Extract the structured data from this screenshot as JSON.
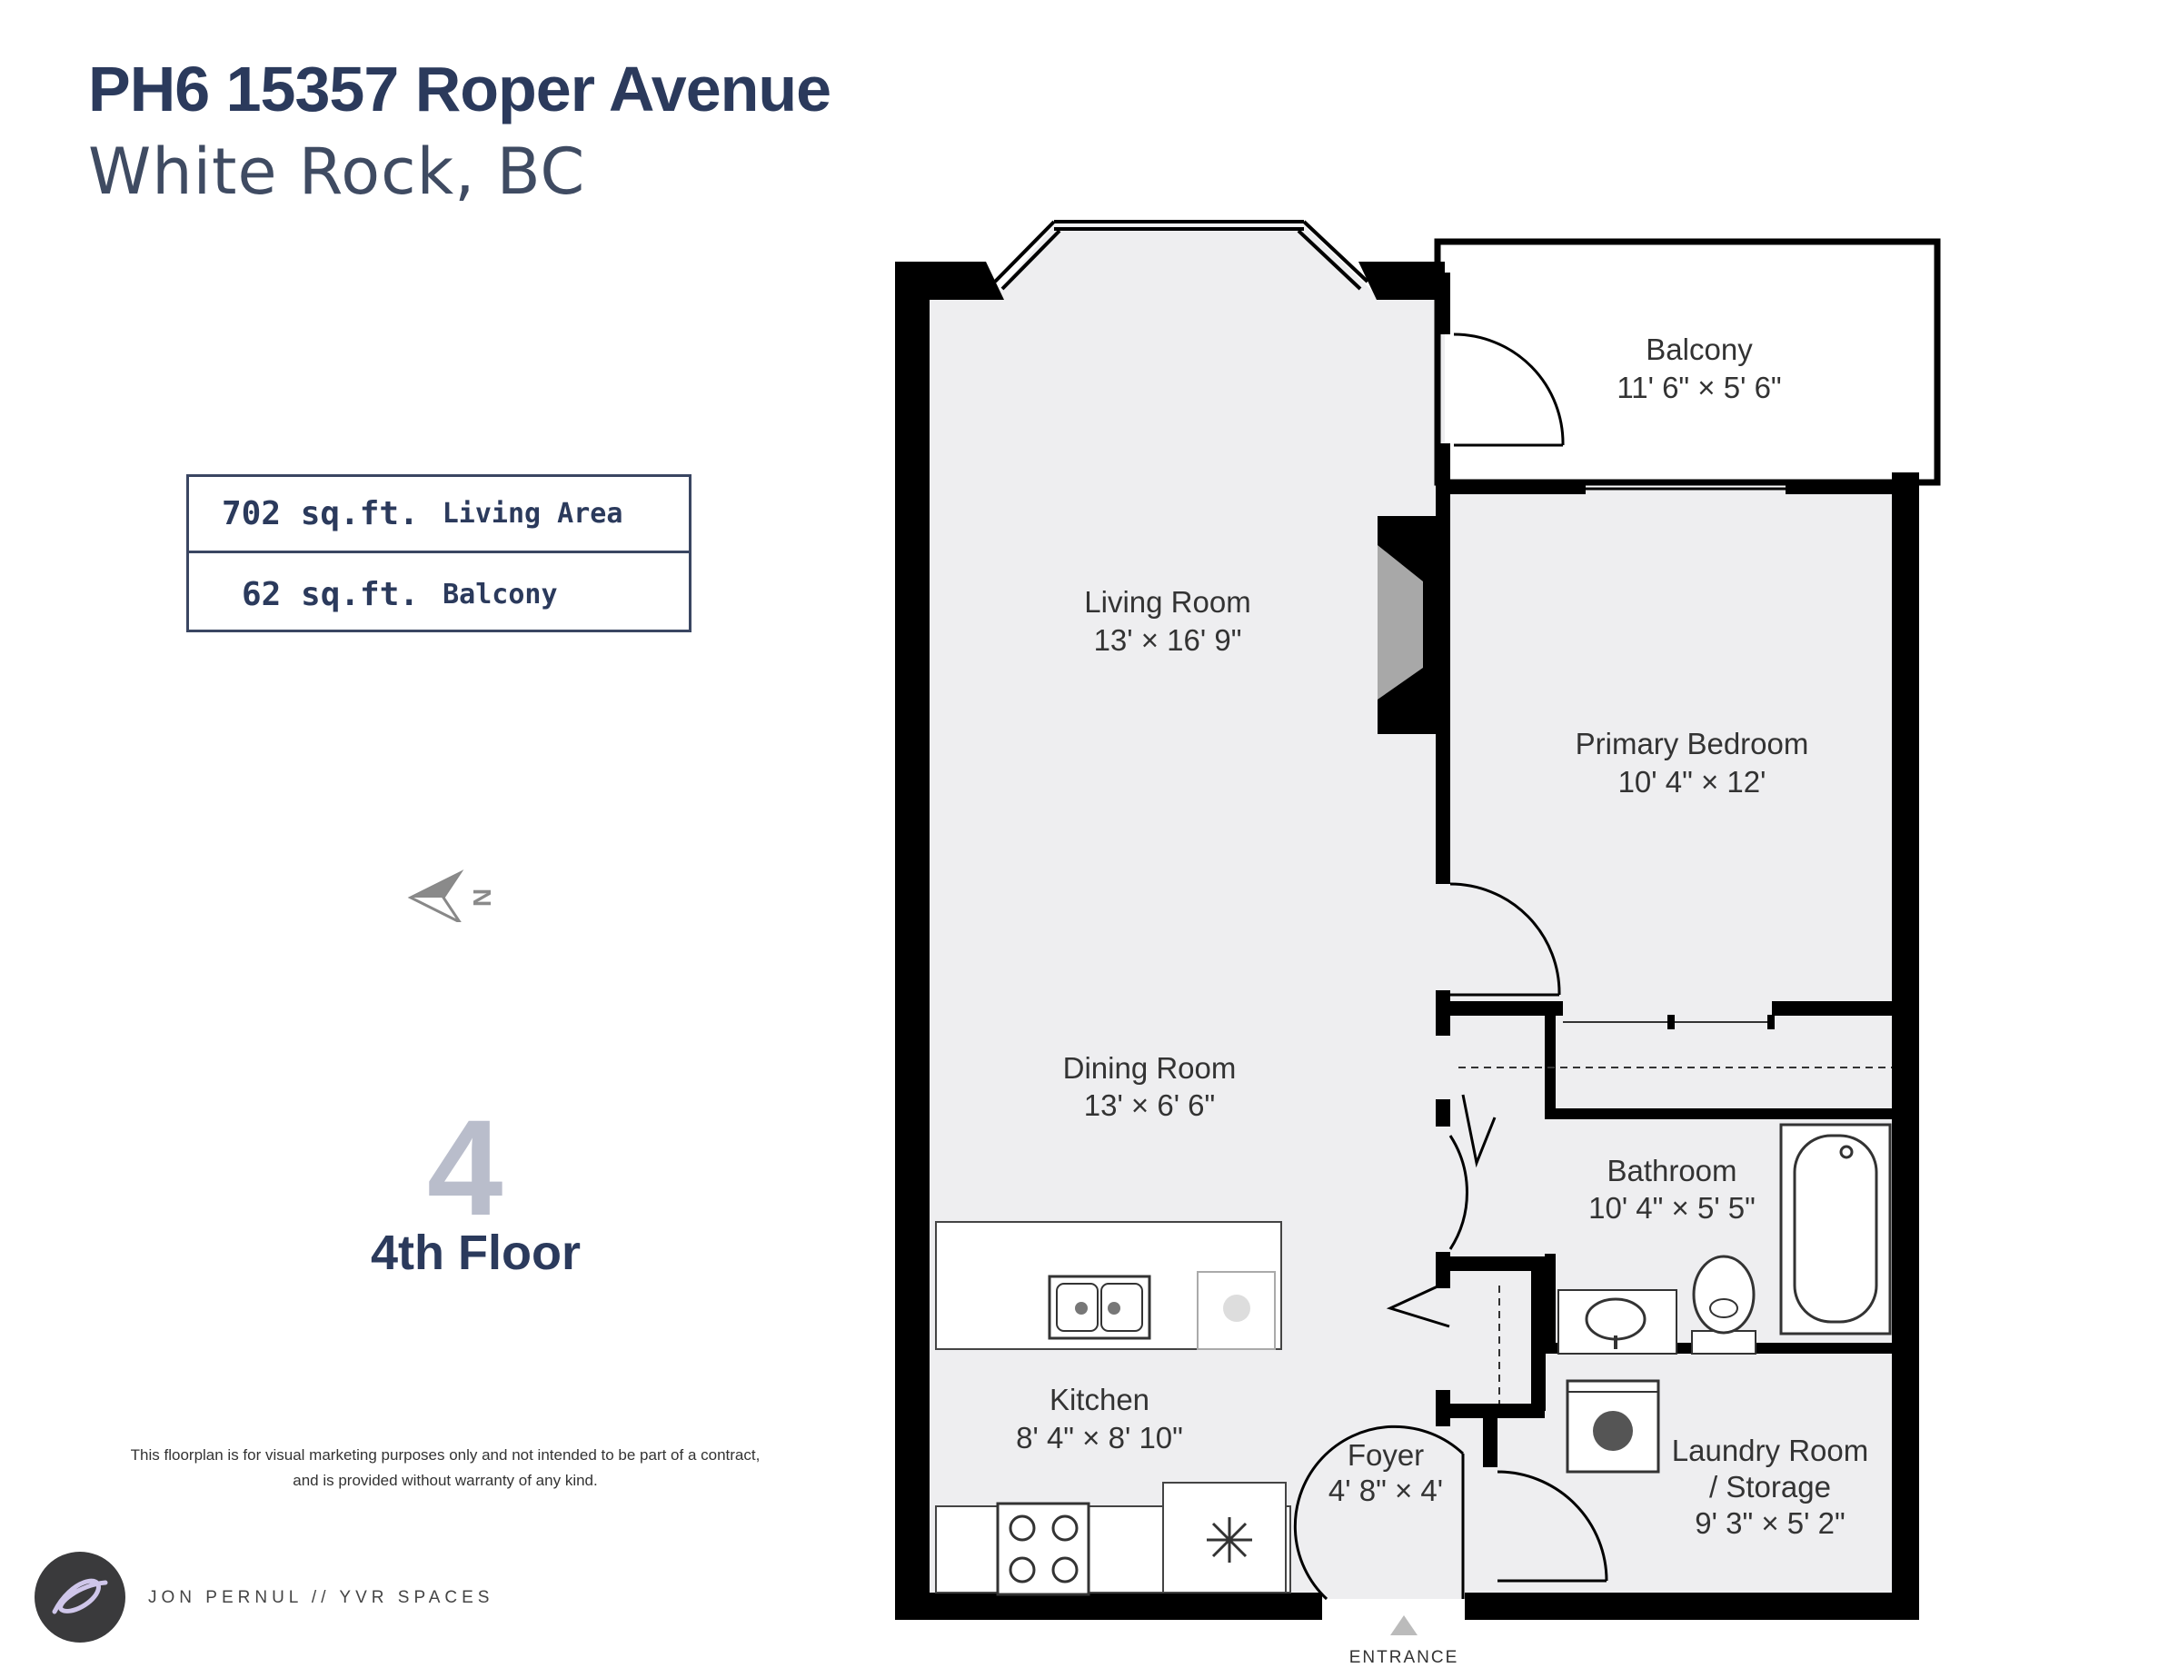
{
  "header": {
    "address": "PH6 15357 Roper Avenue",
    "city": "White Rock, BC"
  },
  "areas": [
    {
      "value": "702 sq.ft.",
      "label": "Living Area"
    },
    {
      "value": "62 sq.ft.",
      "label": "Balcony"
    }
  ],
  "compass": {
    "letter": "N"
  },
  "floor": {
    "number": "4",
    "name": "4th Floor"
  },
  "disclaimer": {
    "line1": "This floorplan is for visual marketing purposes only and not intended to be part of a contract,",
    "line2": "and is provided without warranty of any kind."
  },
  "credit": "JON PERNUL // YVR SPACES",
  "rooms": {
    "balcony": {
      "name": "Balcony",
      "dims": "11' 6\" × 5' 6\""
    },
    "living": {
      "name": "Living Room",
      "dims": "13'  × 16' 9\""
    },
    "bedroom": {
      "name": "Primary Bedroom",
      "dims": "10' 4\" × 12'"
    },
    "dining": {
      "name": "Dining Room",
      "dims": "13'  × 6' 6\""
    },
    "bathroom": {
      "name": "Bathroom",
      "dims": "10' 4\" × 5' 5\""
    },
    "kitchen": {
      "name": "Kitchen",
      "dims": "8' 4\" × 8' 10\""
    },
    "foyer": {
      "name": "Foyer",
      "dims": "4' 8\" × 4'"
    },
    "laundry": {
      "name": "Laundry Room",
      "name2": "/ Storage",
      "dims": "9' 3\" × 5' 2\""
    }
  },
  "entrance": "ENTRANCE",
  "colors": {
    "title": "#2b3a5c",
    "wall": "#000000",
    "floor": "#eeeef0",
    "floor_number": "#b9bdcb"
  }
}
